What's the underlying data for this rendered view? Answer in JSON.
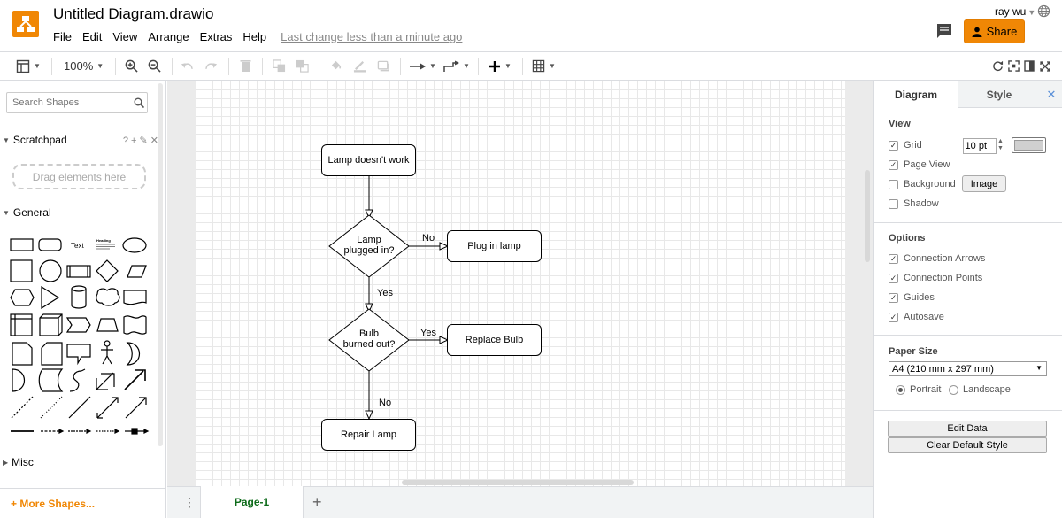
{
  "header": {
    "title": "Untitled Diagram.drawio",
    "menus": [
      "File",
      "Edit",
      "View",
      "Arrange",
      "Extras",
      "Help"
    ],
    "last_change": "Last change less than a minute ago",
    "user": "ray wu",
    "share_label": "Share",
    "accent_color": "#f08705"
  },
  "toolbar": {
    "zoom": "100%",
    "icons": [
      "format-panel-icon",
      "zoom-in-icon",
      "zoom-out-icon",
      "undo-icon",
      "redo-icon",
      "delete-icon",
      "to-front-icon",
      "to-back-icon",
      "fill-color-icon",
      "line-color-icon",
      "shadow-icon",
      "connection-icon",
      "waypoints-icon",
      "insert-icon",
      "table-icon",
      "fullscreen-icon"
    ]
  },
  "sidebar": {
    "search_placeholder": "Search Shapes",
    "scratchpad": {
      "title": "Scratchpad",
      "actions": "? + ✎ ✕",
      "drop_hint": "Drag elements here"
    },
    "general": {
      "title": "General"
    },
    "misc": {
      "title": "Misc"
    },
    "more_shapes": "+ More Shapes...",
    "shape_text": "Text",
    "shape_heading": "Heading"
  },
  "diagram": {
    "nodes": {
      "start": "Lamp doesn't work",
      "q1": [
        "Lamp",
        "plugged in?"
      ],
      "plug": "Plug in lamp",
      "q2": [
        "Bulb",
        "burned out?"
      ],
      "replace": "Replace Bulb",
      "repair": "Repair Lamp"
    },
    "edges": {
      "q1_no": "No",
      "q1_yes": "Yes",
      "q2_yes": "Yes",
      "q2_no": "No"
    }
  },
  "pages": {
    "current": "Page-1"
  },
  "panel": {
    "tabs": {
      "diagram": "Diagram",
      "style": "Style"
    },
    "view": {
      "title": "View",
      "grid": "Grid",
      "grid_size": "10 pt",
      "page_view": "Page View",
      "background": "Background",
      "image_button": "Image",
      "shadow": "Shadow"
    },
    "options": {
      "title": "Options",
      "connection_arrows": "Connection Arrows",
      "connection_points": "Connection Points",
      "guides": "Guides",
      "autosave": "Autosave"
    },
    "paper": {
      "title": "Paper Size",
      "size": "A4 (210 mm x 297 mm)",
      "portrait": "Portrait",
      "landscape": "Landscape"
    },
    "buttons": {
      "edit_data": "Edit Data",
      "clear_style": "Clear Default Style"
    }
  }
}
